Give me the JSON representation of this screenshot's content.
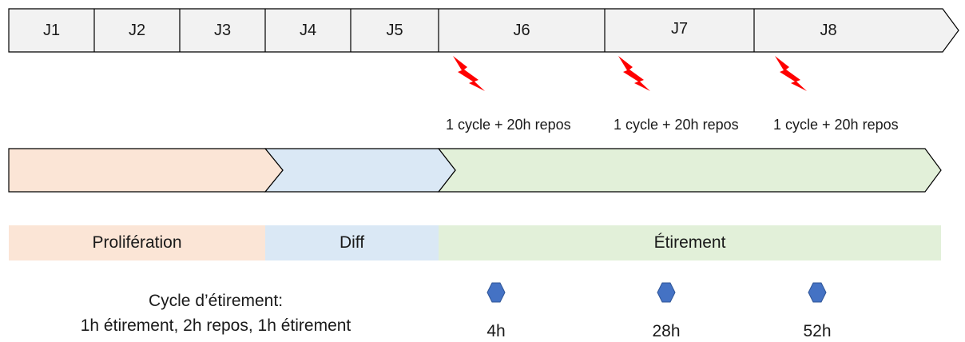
{
  "timeline": {
    "days": [
      "J1",
      "J2",
      "J3",
      "J4",
      "J5",
      "J6",
      "J7",
      "J8"
    ]
  },
  "stimulations": {
    "label": "1 cycle + 20h repos",
    "days": [
      "J6",
      "J7",
      "J8"
    ],
    "icon": "lightning-bolt-icon",
    "color": "#ff0000"
  },
  "phases": [
    {
      "label": "Prolifération",
      "arrow_color": "#fbe5d6",
      "band_color": "#fbe5d6"
    },
    {
      "label": "Diff",
      "arrow_color": "#dae8f5",
      "band_color": "#dae8f5"
    },
    {
      "label": "Étirement",
      "arrow_color": "#e2f0d9",
      "band_color": "#e2f0d9"
    }
  ],
  "cycle_note": {
    "line1": "Cycle d’étirement:",
    "line2": "1h étirement, 2h repos, 1h étirement"
  },
  "samples": {
    "icon": "hexagon-icon",
    "color": "#4472c4",
    "times": [
      "4h",
      "28h",
      "52h"
    ]
  }
}
